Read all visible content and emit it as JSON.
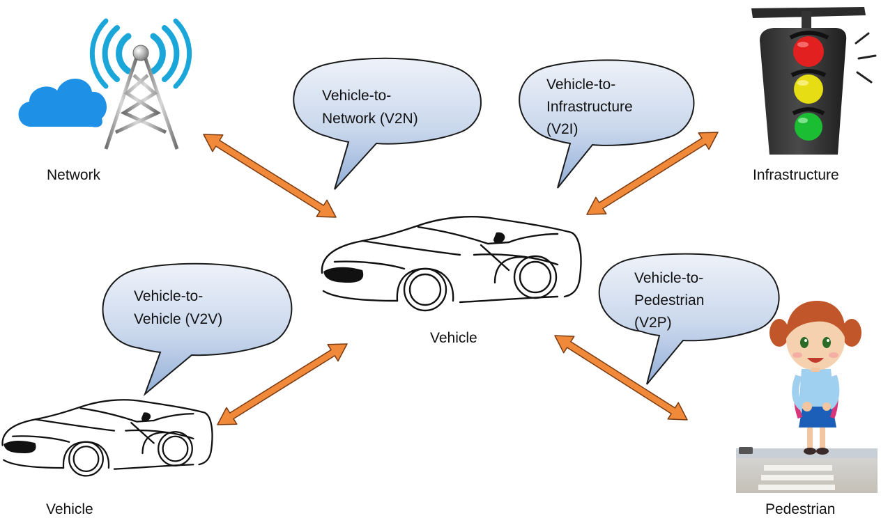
{
  "bubbles": {
    "v2n": {
      "line1": "Vehicle-to-",
      "line2": "Network (V2N)"
    },
    "v2i": {
      "line1": "Vehicle-to-",
      "line2": "Infrastructure",
      "line3": "(V2I)"
    },
    "v2v": {
      "line1": "Vehicle-to-",
      "line2": "Vehicle (V2V)"
    },
    "v2p": {
      "line1": "Vehicle-to-",
      "line2": "Pedestrian",
      "line3": "(V2P)"
    }
  },
  "nodes": {
    "network": "Network",
    "infrastructure": "Infrastructure",
    "vehicle_center": "Vehicle",
    "vehicle_left": "Vehicle",
    "pedestrian": "Pedestrian"
  },
  "colors": {
    "arrow_fill": "#f0893a",
    "arrow_stroke": "#7a3a10",
    "bubble_top": "#e9eef7",
    "bubble_bottom": "#9bb6dc",
    "bubble_stroke": "#1a1a1a",
    "cloud": "#1e90e6",
    "signal_waves": "#1aa6d9",
    "light_red": "#e22020",
    "light_yellow": "#e6dd14",
    "light_green": "#1bbd33"
  },
  "icons": {
    "network": "cell-tower-with-cloud-icon",
    "infrastructure": "traffic-light-icon",
    "vehicle": "sports-car-icon",
    "pedestrian": "girl-on-crosswalk-icon"
  }
}
